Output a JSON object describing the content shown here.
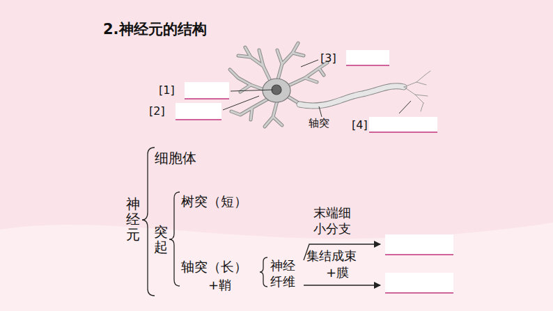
{
  "diagram": {
    "title": "2.神经元的结构",
    "labels": [
      "[1]",
      "[2]",
      "[3]",
      "[4]",
      "轴突",
      "细胞体",
      "神经元",
      "突起",
      "树突（短）",
      "轴突（长）",
      "+鞘",
      "神经纤维",
      "末端细小分支",
      "集结成束",
      "+膜"
    ]
  }
}
